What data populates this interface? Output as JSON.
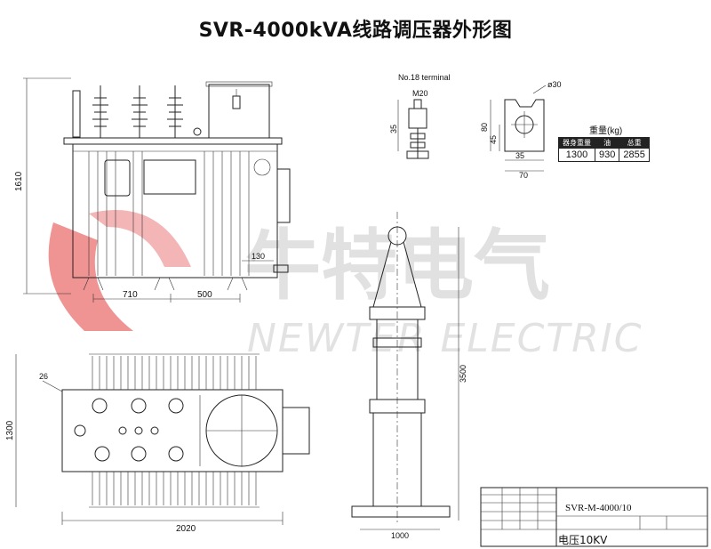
{
  "title": "SVR-4000kVA线路调压器外形图",
  "watermark": {
    "cn": "牛特电气",
    "en": "NEWTER ELECTRIC"
  },
  "terminal_label": "No.18 terminal",
  "weight": {
    "title": "重量(kg)",
    "headers": [
      "器身重量",
      "油",
      "总重"
    ],
    "values": [
      "1300",
      "930",
      "2855"
    ]
  },
  "title_block": {
    "model": "SVR-M-4000/10",
    "voltage": "电压10KV"
  },
  "dims": {
    "front_height": "1610",
    "front_710": "710",
    "front_500": "500",
    "front_130": "130",
    "plan_height": "1300",
    "plan_width": "2020",
    "plan_26": "26",
    "lift_height": "3500",
    "lift_base": "1000",
    "terminal_m": "M20",
    "terminal_35": "35",
    "plate_dia": "ø30",
    "plate_80": "80",
    "plate_45": "45",
    "plate_35": "35",
    "plate_70": "70"
  }
}
